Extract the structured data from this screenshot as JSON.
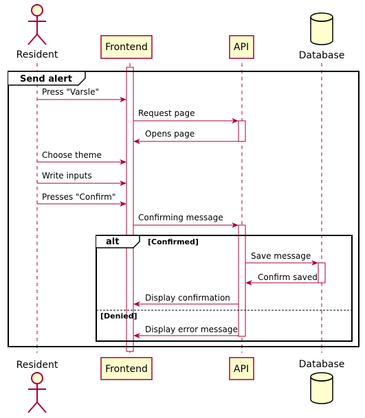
{
  "participants": {
    "resident": {
      "label": "Resident",
      "kind": "actor"
    },
    "frontend": {
      "label": "Frontend",
      "kind": "participant"
    },
    "api": {
      "label": "API",
      "kind": "participant"
    },
    "database": {
      "label": "Database",
      "kind": "database"
    }
  },
  "frames": {
    "send_alert": {
      "title": "Send alert"
    },
    "alt": {
      "title": "alt",
      "guard_confirmed": "[Confirmed]",
      "guard_denied": "[Denied]"
    }
  },
  "messages": [
    {
      "from": "resident",
      "to": "frontend",
      "label": "Press \"Varsle\""
    },
    {
      "from": "frontend",
      "to": "api",
      "label": "Request page"
    },
    {
      "from": "api",
      "to": "frontend",
      "label": "Opens page"
    },
    {
      "from": "resident",
      "to": "frontend",
      "label": "Choose theme"
    },
    {
      "from": "resident",
      "to": "frontend",
      "label": "Write inputs"
    },
    {
      "from": "resident",
      "to": "frontend",
      "label": "Presses \"Confirm\""
    },
    {
      "from": "frontend",
      "to": "api",
      "label": "Confirming message"
    },
    {
      "from": "api",
      "to": "database",
      "label": "Save message"
    },
    {
      "from": "database",
      "to": "api",
      "label": "Confirm saved"
    },
    {
      "from": "api",
      "to": "frontend",
      "label": "Display confirmation"
    },
    {
      "from": "api",
      "to": "frontend",
      "label": "Display error message"
    }
  ],
  "colors": {
    "arrow": "#A80036",
    "participant_fill": "#FEFECE",
    "lifeline": "#A80036"
  }
}
